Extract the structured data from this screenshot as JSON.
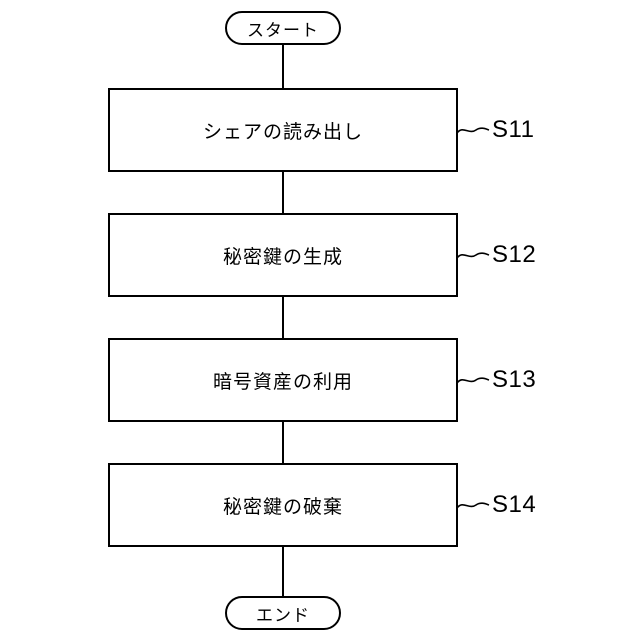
{
  "diagram": {
    "type": "flowchart",
    "start_label": "スタート",
    "end_label": "エンド",
    "steps": [
      {
        "id": "S11",
        "label": "シェアの読み出し"
      },
      {
        "id": "S12",
        "label": "秘密鍵の生成"
      },
      {
        "id": "S13",
        "label": "暗号資産の利用"
      },
      {
        "id": "S14",
        "label": "秘密鍵の破棄"
      }
    ],
    "flow_order": [
      "start",
      "S11",
      "S12",
      "S13",
      "S14",
      "end"
    ],
    "colors": {
      "line": "#000000",
      "text": "#000000",
      "background": "#ffffff"
    }
  }
}
